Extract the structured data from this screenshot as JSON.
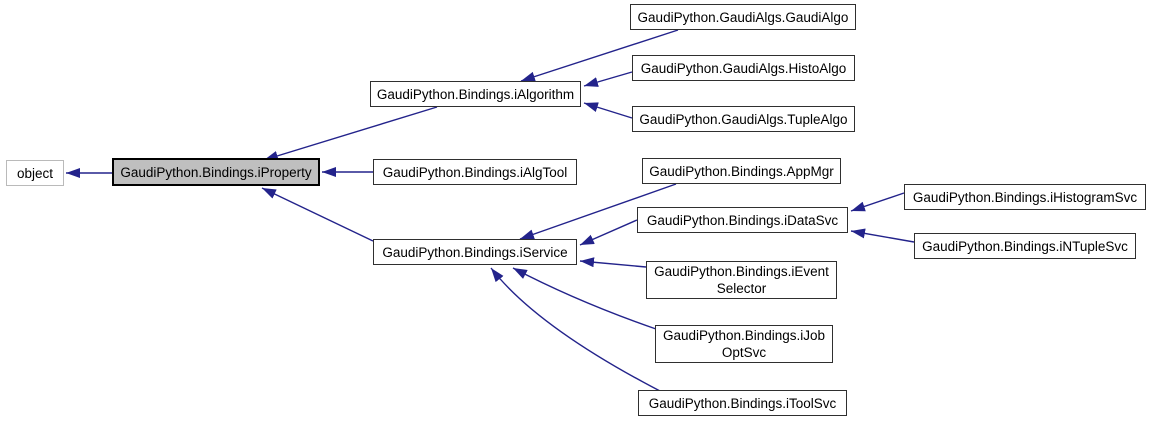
{
  "diagram": {
    "kind": "class-inheritance-graph",
    "colors": {
      "background": "#ffffff",
      "edge": "#23238b",
      "node_border": "#2f2f2f",
      "highlight_node_fill": "#bfbfbf",
      "highlight_node_border": "#000000",
      "external_node_border": "#bababa",
      "text": "#000000"
    },
    "nodes": [
      {
        "id": "object",
        "lines": [
          "object"
        ]
      },
      {
        "id": "GaudiPython.Bindings.iProperty",
        "lines": [
          "GaudiPython.Bindings.iProperty"
        ],
        "highlighted": true
      },
      {
        "id": "GaudiPython.Bindings.iAlgorithm",
        "lines": [
          "GaudiPython.Bindings.iAlgorithm"
        ]
      },
      {
        "id": "GaudiPython.Bindings.iAlgTool",
        "lines": [
          "GaudiPython.Bindings.iAlgTool"
        ]
      },
      {
        "id": "GaudiPython.Bindings.iService",
        "lines": [
          "GaudiPython.Bindings.iService"
        ]
      },
      {
        "id": "GaudiPython.GaudiAlgs.GaudiAlgo",
        "lines": [
          "GaudiPython.GaudiAlgs.GaudiAlgo"
        ]
      },
      {
        "id": "GaudiPython.GaudiAlgs.HistoAlgo",
        "lines": [
          "GaudiPython.GaudiAlgs.HistoAlgo"
        ]
      },
      {
        "id": "GaudiPython.GaudiAlgs.TupleAlgo",
        "lines": [
          "GaudiPython.GaudiAlgs.TupleAlgo"
        ]
      },
      {
        "id": "GaudiPython.Bindings.AppMgr",
        "lines": [
          "GaudiPython.Bindings.AppMgr"
        ]
      },
      {
        "id": "GaudiPython.Bindings.iDataSvc",
        "lines": [
          "GaudiPython.Bindings.iDataSvc"
        ]
      },
      {
        "id": "GaudiPython.Bindings.iEventSelector",
        "lines": [
          "GaudiPython.Bindings.iEvent",
          "Selector"
        ]
      },
      {
        "id": "GaudiPython.Bindings.iJobOptSvc",
        "lines": [
          "GaudiPython.Bindings.iJob",
          "OptSvc"
        ]
      },
      {
        "id": "GaudiPython.Bindings.iToolSvc",
        "lines": [
          "GaudiPython.Bindings.iToolSvc"
        ]
      },
      {
        "id": "GaudiPython.Bindings.iHistogramSvc",
        "lines": [
          "GaudiPython.Bindings.iHistogramSvc"
        ]
      },
      {
        "id": "GaudiPython.Bindings.iNTupleSvc",
        "lines": [
          "GaudiPython.Bindings.iNTupleSvc"
        ]
      }
    ],
    "edges": [
      {
        "derived": "GaudiPython.Bindings.iProperty",
        "base": "object"
      },
      {
        "derived": "GaudiPython.Bindings.iAlgorithm",
        "base": "GaudiPython.Bindings.iProperty"
      },
      {
        "derived": "GaudiPython.Bindings.iAlgTool",
        "base": "GaudiPython.Bindings.iProperty"
      },
      {
        "derived": "GaudiPython.Bindings.iService",
        "base": "GaudiPython.Bindings.iProperty"
      },
      {
        "derived": "GaudiPython.GaudiAlgs.GaudiAlgo",
        "base": "GaudiPython.Bindings.iAlgorithm"
      },
      {
        "derived": "GaudiPython.GaudiAlgs.HistoAlgo",
        "base": "GaudiPython.Bindings.iAlgorithm"
      },
      {
        "derived": "GaudiPython.GaudiAlgs.TupleAlgo",
        "base": "GaudiPython.Bindings.iAlgorithm"
      },
      {
        "derived": "GaudiPython.Bindings.AppMgr",
        "base": "GaudiPython.Bindings.iService"
      },
      {
        "derived": "GaudiPython.Bindings.iDataSvc",
        "base": "GaudiPython.Bindings.iService"
      },
      {
        "derived": "GaudiPython.Bindings.iEventSelector",
        "base": "GaudiPython.Bindings.iService"
      },
      {
        "derived": "GaudiPython.Bindings.iJobOptSvc",
        "base": "GaudiPython.Bindings.iService"
      },
      {
        "derived": "GaudiPython.Bindings.iToolSvc",
        "base": "GaudiPython.Bindings.iService"
      },
      {
        "derived": "GaudiPython.Bindings.iHistogramSvc",
        "base": "GaudiPython.Bindings.iDataSvc"
      },
      {
        "derived": "GaudiPython.Bindings.iNTupleSvc",
        "base": "GaudiPython.Bindings.iDataSvc"
      }
    ]
  }
}
